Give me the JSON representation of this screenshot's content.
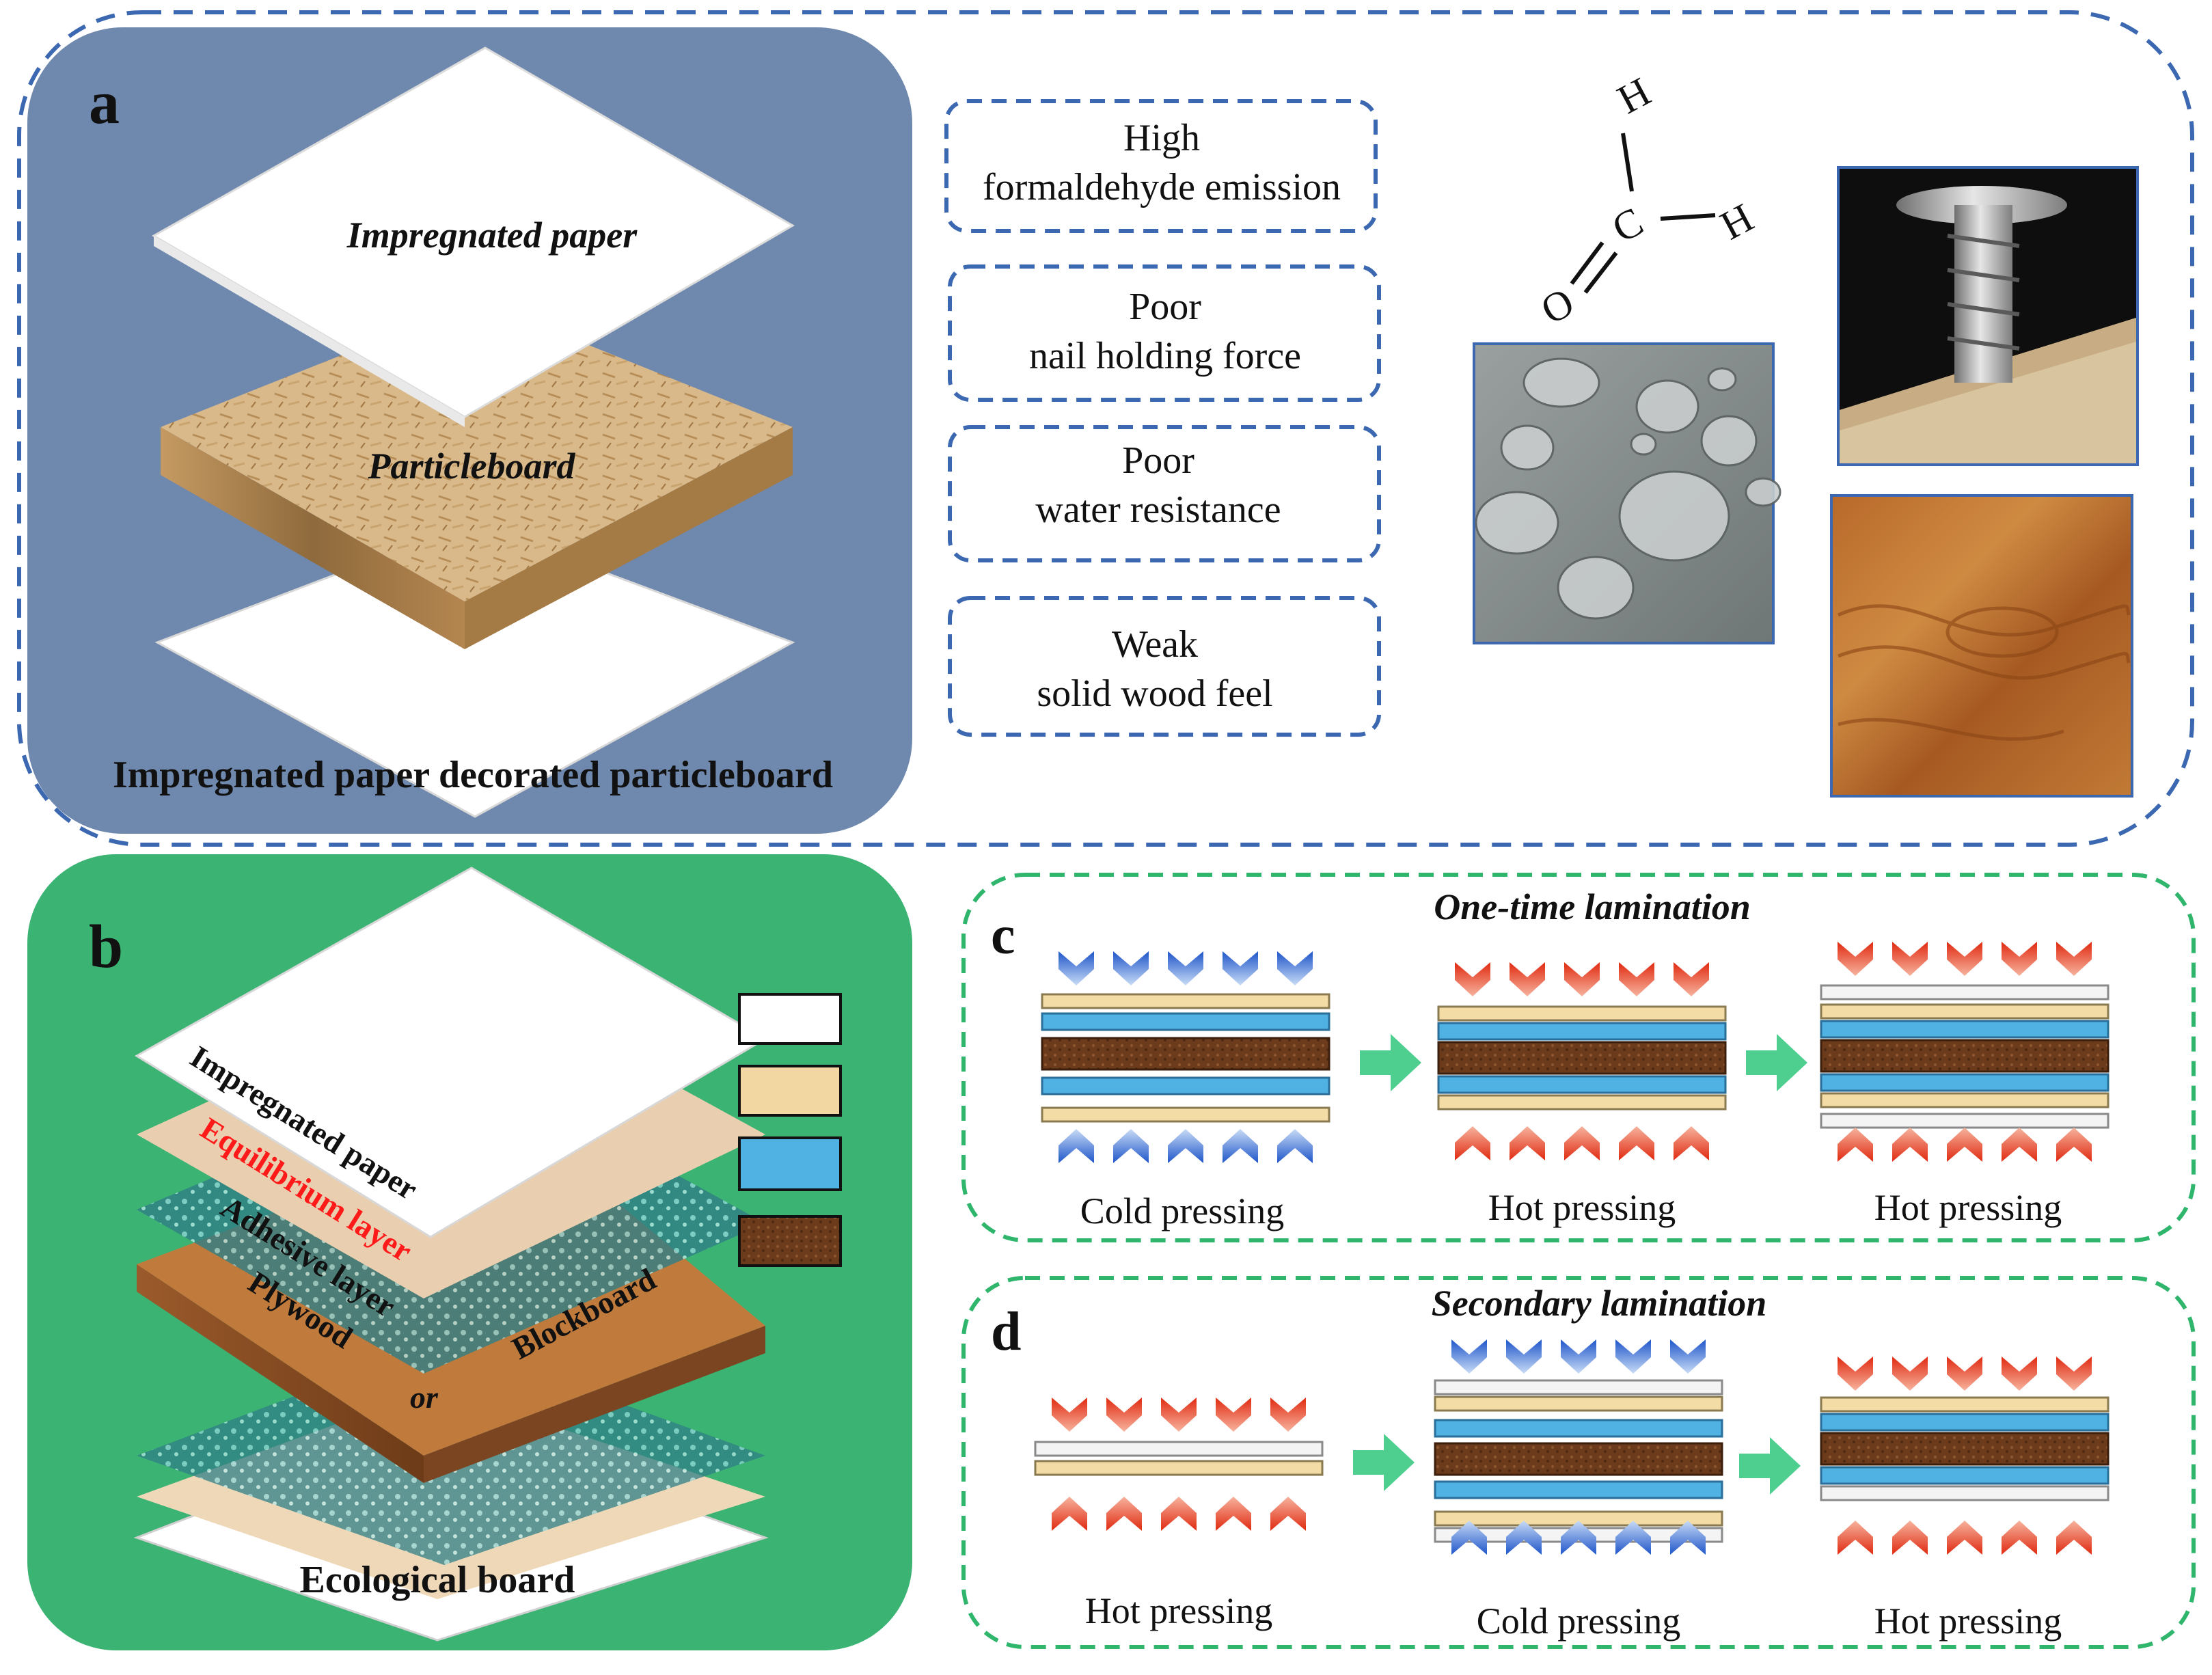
{
  "panel_a": {
    "letter": "a",
    "layer_top": "Impregnated paper",
    "layer_mid": "Particleboard",
    "caption": "Impregnated paper decorated particleboard",
    "colors": {
      "background": "#6f88ae",
      "particleboard": "#d8b684",
      "paper": "#ffffff"
    }
  },
  "drawbacks": [
    {
      "line1": "High",
      "line2": "formaldehyde emission"
    },
    {
      "line1": "Poor",
      "line2": "nail holding force"
    },
    {
      "line1": "Poor",
      "line2": "water resistance"
    },
    {
      "line1": "Weak",
      "line2": "solid wood feel"
    }
  ],
  "molecule": {
    "h_top": "H",
    "c": "C",
    "h_right": "H",
    "o": "O"
  },
  "panel_b": {
    "letter": "b",
    "label_paper": "Impregnated paper",
    "label_equilibrium": "Equilibrium layer",
    "label_adhesive": "Adhesive layer",
    "label_plywood": "Plywood",
    "label_or": "or",
    "label_blockboard": "Blockboard",
    "caption": "Ecological board",
    "colors": {
      "background": "#3bb372",
      "equilibrium": "#f2d7a2",
      "adhesive": "#4fb2e2",
      "core": "#7a4a28",
      "highlight": "#ff1a1a"
    }
  },
  "panel_c": {
    "letter": "c",
    "title": "One-time lamination",
    "steps": [
      "Cold pressing",
      "Hot pressing",
      "Hot pressing"
    ]
  },
  "panel_d": {
    "letter": "d",
    "title": "Secondary lamination",
    "steps": [
      "Hot pressing",
      "Cold pressing",
      "Hot pressing"
    ]
  },
  "press_colors": {
    "cold": "#2f6fd6",
    "hot": "#e8452c",
    "flow_arrow": "#4fcf8f"
  }
}
